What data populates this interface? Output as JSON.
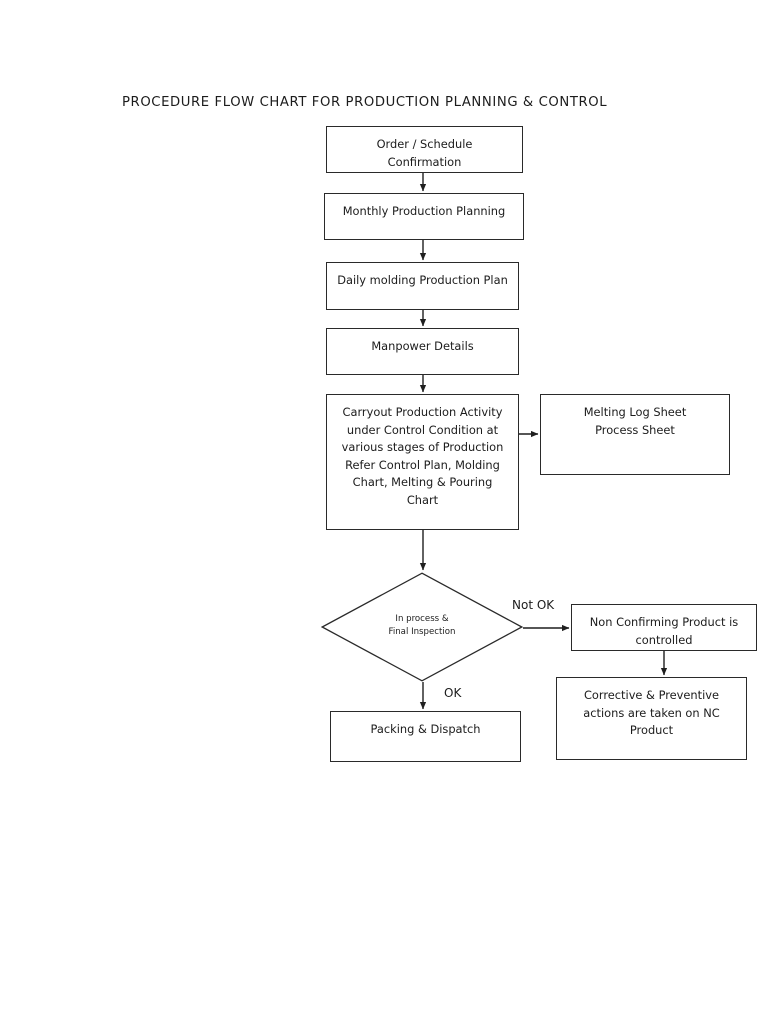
{
  "document": {
    "title": "PROCEDURE FLOW CHART FOR PRODUCTION PLANNING & CONTROL"
  },
  "chart_data": {
    "type": "diagram",
    "diagram_kind": "flowchart",
    "orientation": "top-to-bottom",
    "title": "PROCEDURE FLOW CHART FOR PRODUCTION PLANNING & CONTROL",
    "nodes": [
      {
        "id": "order",
        "shape": "rectangle",
        "text": "Order / Schedule\nConfirmation"
      },
      {
        "id": "monthly",
        "shape": "rectangle",
        "text": "Monthly Production Planning"
      },
      {
        "id": "daily",
        "shape": "rectangle",
        "text": "Daily molding Production Plan"
      },
      {
        "id": "manpower",
        "shape": "rectangle",
        "text": "Manpower Details"
      },
      {
        "id": "carryout",
        "shape": "rectangle",
        "text": "Carryout Production Activity\nunder Control Condition at\nvarious stages of Production\nRefer Control Plan, Molding\nChart, Melting & Pouring\nChart"
      },
      {
        "id": "melting",
        "shape": "rectangle",
        "text": "Melting Log Sheet\nProcess Sheet"
      },
      {
        "id": "inspection",
        "shape": "diamond",
        "text": "In process &\nFinal Inspection"
      },
      {
        "id": "nonconf",
        "shape": "rectangle",
        "text": "Non Confirming Product is\ncontrolled"
      },
      {
        "id": "corrective",
        "shape": "rectangle",
        "text": "Corrective & Preventive\nactions are taken on NC\nProduct"
      },
      {
        "id": "packing",
        "shape": "rectangle",
        "text": "Packing & Dispatch"
      }
    ],
    "edges": [
      {
        "from": "order",
        "to": "monthly",
        "label": ""
      },
      {
        "from": "monthly",
        "to": "daily",
        "label": ""
      },
      {
        "from": "daily",
        "to": "manpower",
        "label": ""
      },
      {
        "from": "manpower",
        "to": "carryout",
        "label": ""
      },
      {
        "from": "carryout",
        "to": "melting",
        "label": ""
      },
      {
        "from": "carryout",
        "to": "inspection",
        "label": ""
      },
      {
        "from": "inspection",
        "to": "nonconf",
        "label": "Not OK"
      },
      {
        "from": "inspection",
        "to": "packing",
        "label": "OK"
      },
      {
        "from": "nonconf",
        "to": "corrective",
        "label": ""
      }
    ],
    "labels": {
      "not_ok": "Not OK",
      "ok": "OK"
    },
    "colors": {
      "stroke": "#2a2a2a",
      "fill": "#ffffff",
      "text": "#1c1c1c"
    }
  }
}
